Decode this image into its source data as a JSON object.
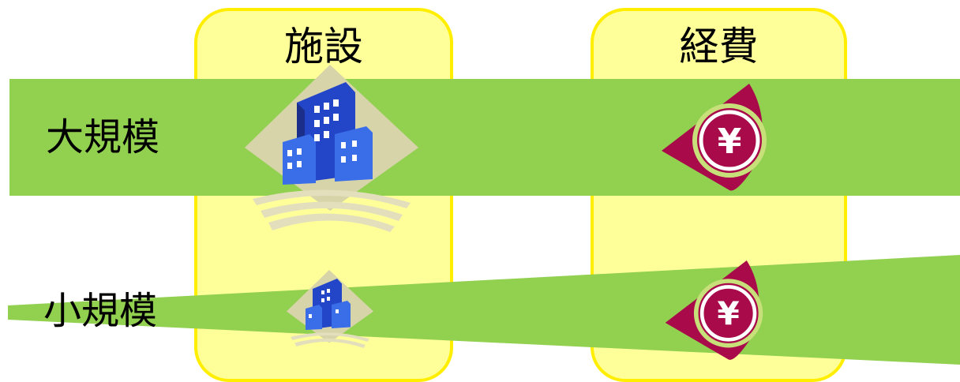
{
  "columns": {
    "facility": {
      "label": "施設"
    },
    "cost": {
      "label": "経費"
    }
  },
  "rows": {
    "large": {
      "label": "大規模"
    },
    "small": {
      "label": "小規模"
    }
  },
  "colors": {
    "column_fill": "#ffff99",
    "column_border": "#ffee00",
    "band": "#92d050",
    "yen_coin": "#a80a4a"
  },
  "icons": {
    "facility": "office-building-icon",
    "cost": "yen-coin-icon"
  }
}
